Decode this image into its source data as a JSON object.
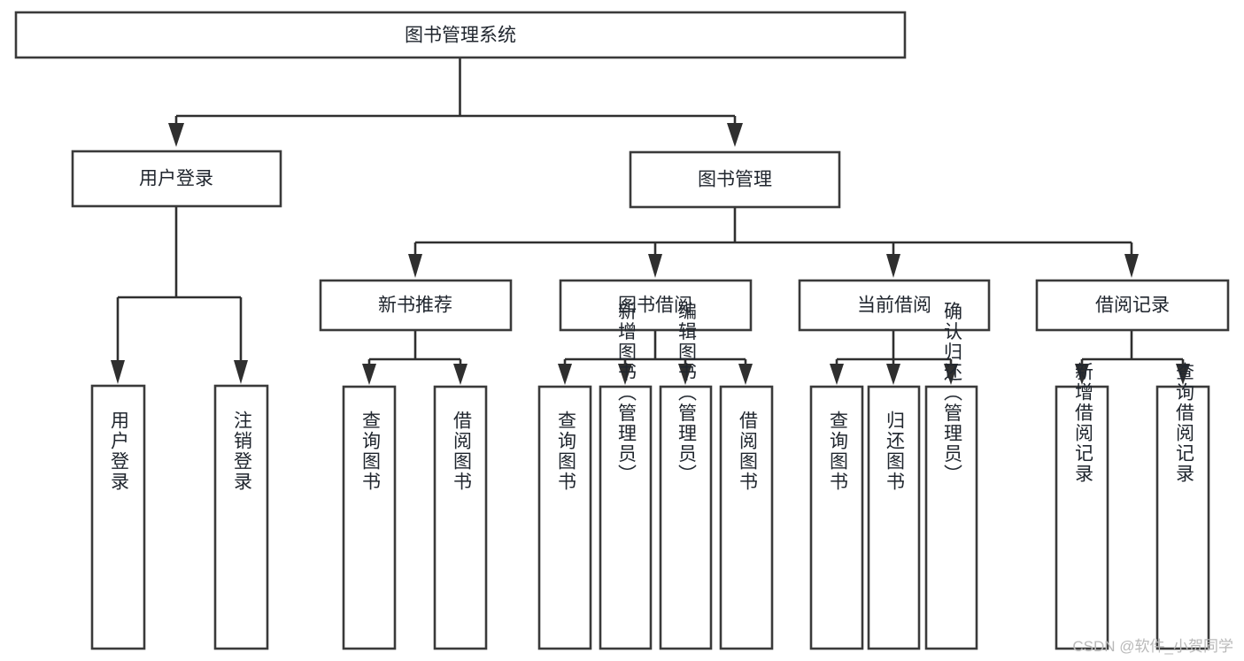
{
  "diagram": {
    "type": "tree-hierarchy",
    "title": "图书管理系统",
    "root": {
      "id": "root",
      "label": "图书管理系统"
    },
    "level2": [
      {
        "id": "user-login",
        "label": "用户登录"
      },
      {
        "id": "book-manage",
        "label": "图书管理"
      }
    ],
    "level3": [
      {
        "id": "new-book-recommend",
        "label": "新书推荐"
      },
      {
        "id": "book-borrow",
        "label": "图书借阅"
      },
      {
        "id": "current-borrow",
        "label": "当前借阅"
      },
      {
        "id": "borrow-record",
        "label": "借阅记录"
      }
    ],
    "leaves": {
      "user_login": [
        {
          "id": "leaf-user-login",
          "label": "用户登录"
        },
        {
          "id": "leaf-logout-login",
          "label": "注销登录"
        }
      ],
      "new_book_recommend": [
        {
          "id": "leaf-query-book-1",
          "label": "查询图书"
        },
        {
          "id": "leaf-borrow-book-1",
          "label": "借阅图书"
        }
      ],
      "book_borrow": [
        {
          "id": "leaf-query-book-2",
          "label": "查询图书"
        },
        {
          "id": "leaf-add-book",
          "label": "新增图书（管理员）"
        },
        {
          "id": "leaf-edit-book",
          "label": "编辑图书（管理员）"
        },
        {
          "id": "leaf-borrow-book-2",
          "label": "借阅图书"
        }
      ],
      "current_borrow": [
        {
          "id": "leaf-query-book-3",
          "label": "查询图书"
        },
        {
          "id": "leaf-return-book",
          "label": "归还图书"
        },
        {
          "id": "leaf-confirm-return",
          "label": "确认归还（管理员）"
        }
      ],
      "borrow_record": [
        {
          "id": "leaf-add-record",
          "label": "新增借阅记录"
        },
        {
          "id": "leaf-query-record",
          "label": "查询借阅记录"
        }
      ]
    },
    "colors": {
      "box_stroke": "#3a3a3a",
      "connector": "#2f2f2f",
      "box_fill": "#ffffff",
      "text": "#20262e",
      "background": "#ffffff",
      "watermark": "#b9b9b9"
    }
  },
  "watermark": {
    "text": "CSDN @软件_小贺同学"
  }
}
